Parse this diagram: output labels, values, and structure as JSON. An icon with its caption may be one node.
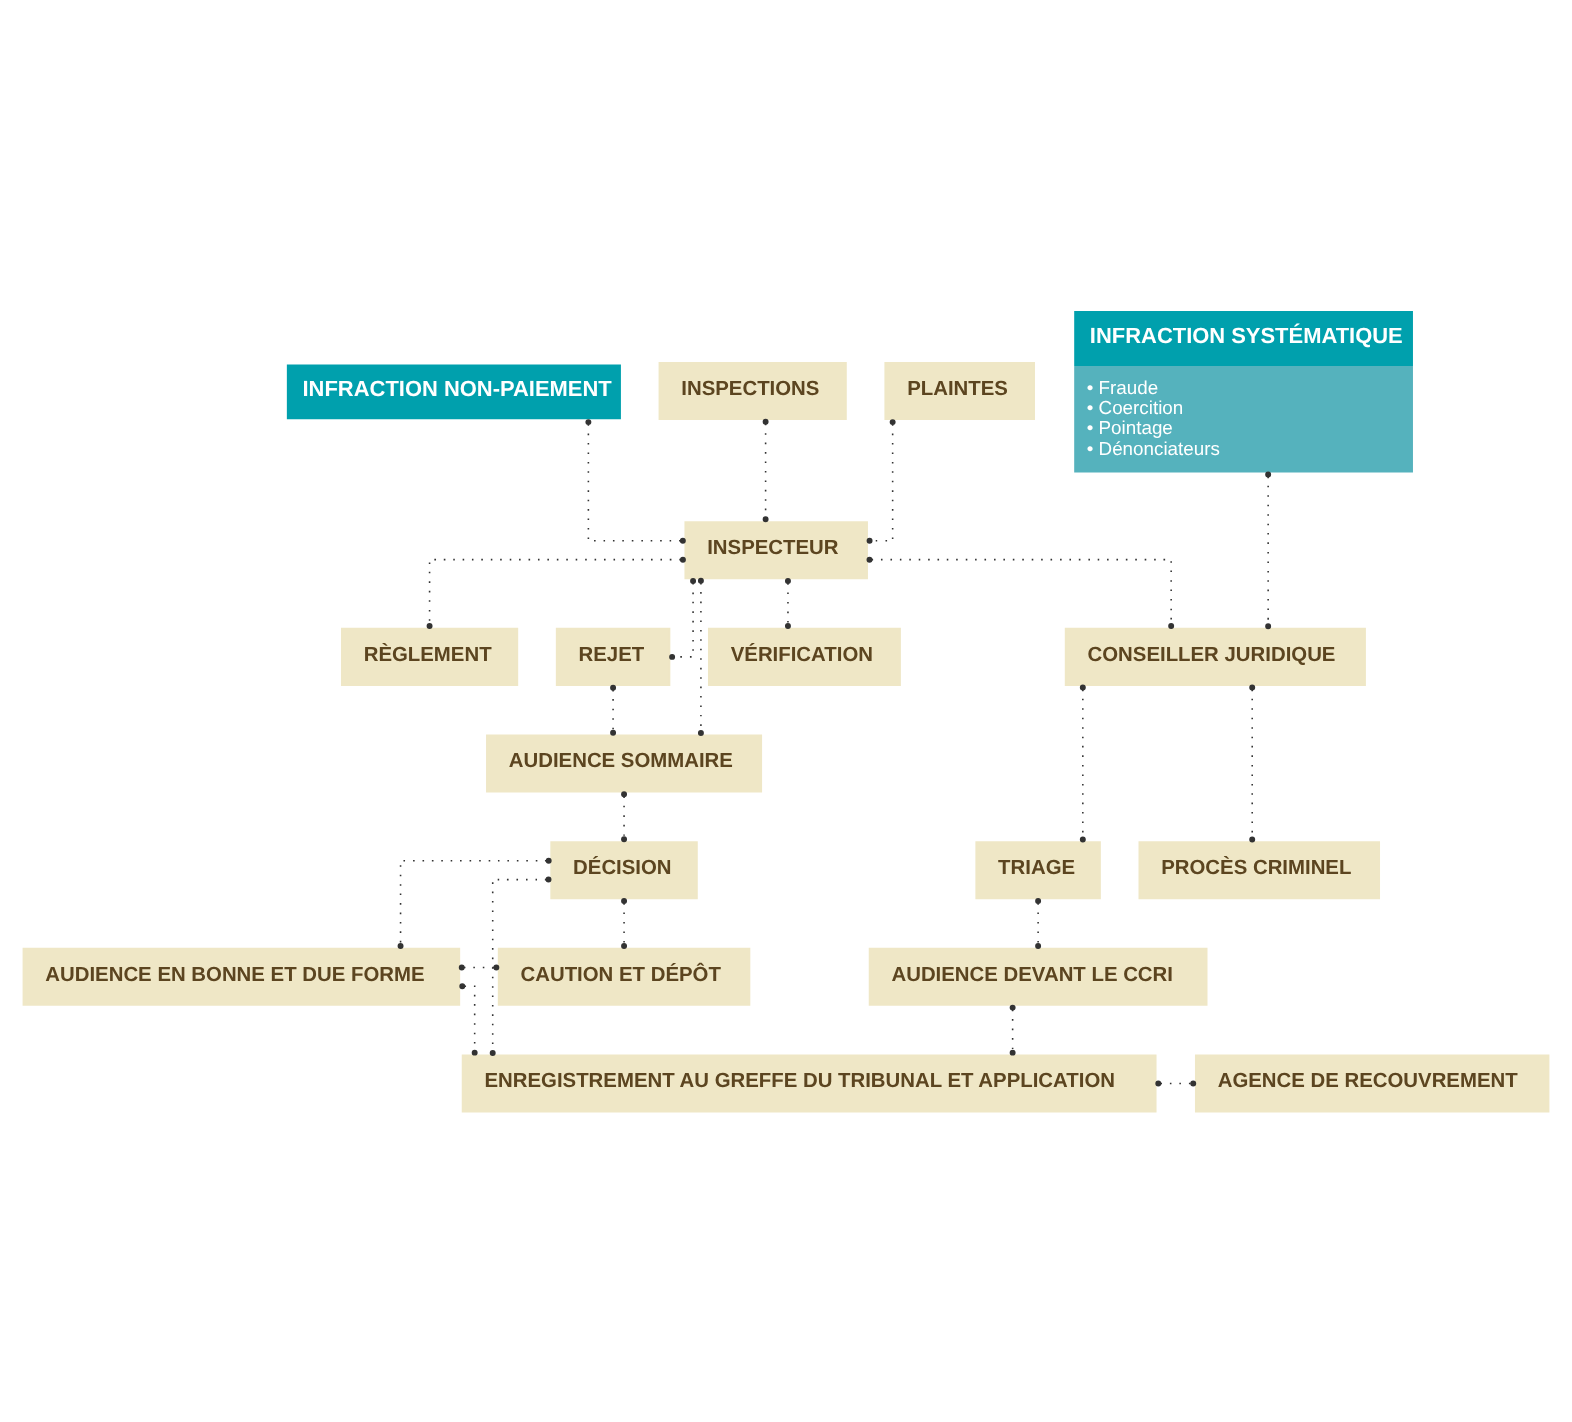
{
  "diagram": {
    "nodes": [
      {
        "text": [
          "INFRACTION NON-PAIEMENT"
        ]
      },
      {
        "text": [
          "INFRACTION SYSTÉMATIQUE",
          "• Fraude",
          "• Coercition",
          "• Pointage",
          "• Dénonciateurs"
        ]
      },
      {
        "text": [
          "INSPECTIONS"
        ]
      },
      {
        "text": [
          "PLAINTES"
        ]
      },
      {
        "text": [
          "INSPECTEUR"
        ]
      },
      {
        "text": [
          "RÈGLEMENT"
        ]
      },
      {
        "text": [
          "REJET"
        ]
      },
      {
        "text": [
          "VÉRIFICATION"
        ]
      },
      {
        "text": [
          "CONSEILLER JURIDIQUE"
        ]
      },
      {
        "text": [
          "AUDIENCE SOMMAIRE"
        ]
      },
      {
        "text": [
          "DÉCISION"
        ]
      },
      {
        "text": [
          "TRIAGE"
        ]
      },
      {
        "text": [
          "PROCÈS CRIMINEL"
        ]
      },
      {
        "text": [
          "CAUTION ET DÉPÔT"
        ]
      },
      {
        "text": [
          "AUDIENCE EN BONNE ET DUE FORME"
        ]
      },
      {
        "text": [
          "AUDIENCE DEVANT LE CCRI"
        ]
      },
      {
        "text": [
          "AGENCE DE RECOUVREMENT"
        ]
      },
      {
        "text": [
          "ENREGISTREMENT AU GREFFE DU TRIBUNAL ET APPLICATION"
        ]
      }
    ],
    "edges": [
      {
        "from": 0,
        "to": 4,
        "arrow": "other",
        "style": "dashed"
      },
      {
        "from": 2,
        "to": 4,
        "arrow": "other",
        "style": "dashed"
      },
      {
        "from": 3,
        "to": 4,
        "arrow": "other",
        "style": "dashed"
      },
      {
        "from": 4,
        "to": 5,
        "arrow": "other",
        "style": "dashed"
      },
      {
        "from": 4,
        "to": 6,
        "arrow": "other",
        "style": "dashed"
      },
      {
        "from": 4,
        "to": 7,
        "arrow": "other",
        "style": "dashed"
      },
      {
        "from": 4,
        "to": 8,
        "arrow": "other",
        "style": "dashed"
      },
      {
        "from": 1,
        "to": 8,
        "arrow": "other",
        "style": "dashed"
      },
      {
        "from": 4,
        "to": 9,
        "arrow": "other",
        "style": "dashed"
      },
      {
        "from": 6,
        "to": 9,
        "arrow": "other",
        "style": "dashed"
      },
      {
        "from": 9,
        "to": 10,
        "arrow": "other",
        "style": "dashed"
      },
      {
        "from": 8,
        "to": 11,
        "arrow": "other",
        "style": "dashed"
      },
      {
        "from": 8,
        "to": 12,
        "arrow": "other",
        "style": "dashed"
      },
      {
        "from": 10,
        "to": 13,
        "arrow": "other",
        "style": "dashed"
      },
      {
        "from": 10,
        "to": 14,
        "arrow": "other",
        "style": "dashed"
      },
      {
        "from": 11,
        "to": 15,
        "arrow": "other",
        "style": "dashed"
      },
      {
        "from": 14,
        "to": 13,
        "arrow": "other",
        "style": "dashed"
      },
      {
        "from": 14,
        "to": 17,
        "arrow": "other",
        "style": "dashed"
      },
      {
        "from": 10,
        "to": 17,
        "arrow": "other",
        "style": "dashed"
      },
      {
        "from": 15,
        "to": 17,
        "arrow": "other",
        "style": "dashed"
      },
      {
        "from": 17,
        "to": 16,
        "arrow": "other",
        "style": "dashed"
      }
    ]
  }
}
